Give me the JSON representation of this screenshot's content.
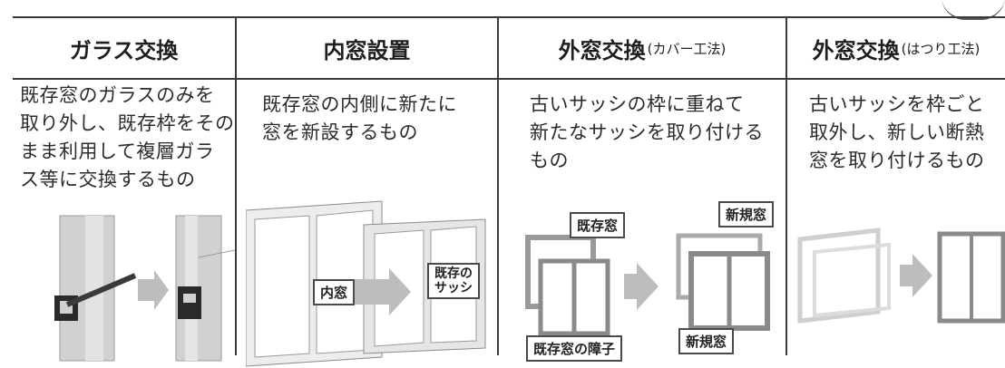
{
  "columns": [
    {
      "title": "ガラス交換",
      "subtitle": "",
      "description": "既存窓のガラスのみを\n取り外し、既存枠をその\nまま利用して複層ガラ\nス等に交換するもの"
    },
    {
      "title": "内窓設置",
      "subtitle": "",
      "description": "既存窓の内側に新たに\n窓を新設するもの",
      "labels": {
        "inner": "内窓",
        "existing_sash": "既存の\nサッシ"
      }
    },
    {
      "title": "外窓交換",
      "subtitle": "(カバー工法)",
      "description": "古いサッシの枠に重ねて\n新たなサッシを取り付ける\nもの",
      "labels": {
        "existing_window": "既存窓",
        "existing_mullion": "既存窓の障子",
        "new_window_top": "新規窓",
        "new_window_bottom": "新規窓"
      }
    },
    {
      "title": "外窓交換",
      "subtitle": "(はつり工法)",
      "description": "古いサッシを枠ごと\n取外し、新しい断熱\n窓を取り付けるもの"
    }
  ],
  "colors": {
    "border": "#3a3a3a",
    "arrow": "#bdbdbd",
    "frame_fill": "#e6e6e6",
    "frame_stroke": "#8a8a8a"
  }
}
